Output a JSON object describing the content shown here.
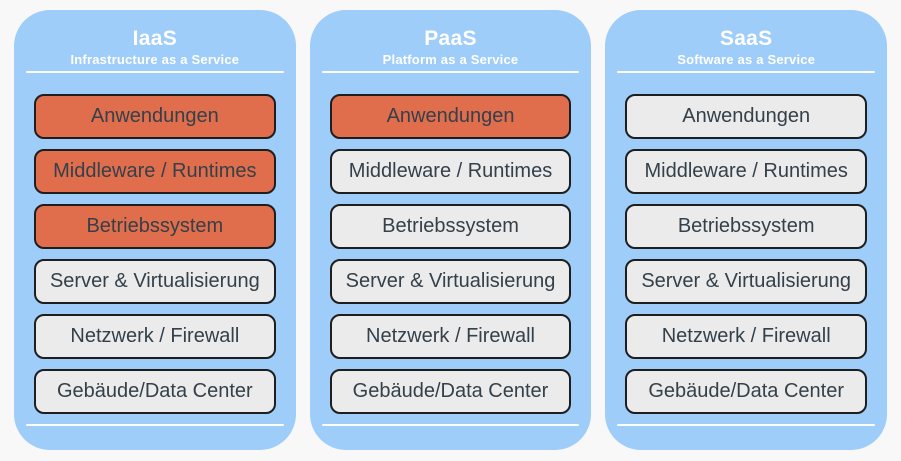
{
  "colors": {
    "page_bg": "#f8f8f8",
    "column_bg": "#9dcdf8",
    "highlight_fill": "#e06e4c",
    "neutral_fill": "#ebebeb",
    "box_border": "#1e1e1e",
    "box_text": "#34404a",
    "header_text": "#ffffff",
    "separator": "#ffffff"
  },
  "layers": [
    "Anwendungen",
    "Middleware / Runtimes",
    "Betriebssystem",
    "Server & Virtualisierung",
    "Netzwerk / Firewall",
    "Gebäude/Data Center"
  ],
  "columns": [
    {
      "title": "IaaS",
      "subtitle": "Infrastructure as a Service",
      "highlighted": [
        "Anwendungen",
        "Middleware / Runtimes",
        "Betriebssystem"
      ]
    },
    {
      "title": "PaaS",
      "subtitle": "Platform as a Service",
      "highlighted": [
        "Anwendungen"
      ]
    },
    {
      "title": "SaaS",
      "subtitle": "Software as a Service",
      "highlighted": []
    }
  ]
}
